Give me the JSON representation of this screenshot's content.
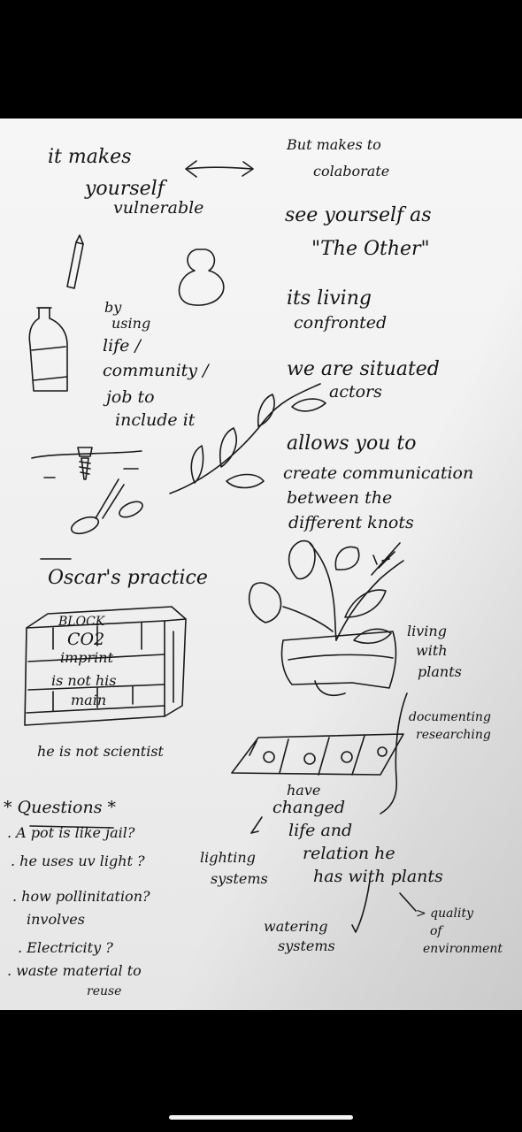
{
  "notes": {
    "top_left": [
      "it makes",
      "yourself",
      "vulnerable"
    ],
    "top_right": [
      "But makes to",
      "colaborate"
    ],
    "see_other": [
      "see yourself as",
      "\"The Other\""
    ],
    "living": [
      "its living",
      "confronted"
    ],
    "situated": [
      "we are situated",
      "actors"
    ],
    "by_using": [
      "by",
      "using",
      "life /",
      "community /",
      "job to",
      "include it"
    ],
    "communication": [
      "allows you to",
      "create communication",
      "between the",
      "different knots"
    ]
  },
  "oscar": {
    "title": "Oscar's practice",
    "block_lines": [
      "BLOCK",
      "CO2",
      "imprint",
      "is not his",
      "main"
    ],
    "caption": "he is not scientist"
  },
  "plants": {
    "living_with": [
      "living",
      "with",
      "plants"
    ],
    "documenting": [
      "documenting",
      "researching"
    ],
    "have_changed": [
      "have",
      "changed",
      "life and",
      "relation he",
      "has with plants"
    ],
    "lighting": [
      "lighting",
      "systems"
    ],
    "watering": [
      "watering",
      "systems"
    ],
    "quality": [
      "> quality",
      "of",
      "environment"
    ]
  },
  "questions": {
    "title": "* Questions *",
    "items": [
      ". A pot is like jail?",
      ". he uses uv light ?",
      ". how pollinitation?",
      "involves",
      ". Electricity ?",
      ". waste material to",
      "reuse"
    ]
  },
  "icons": [
    "double-arrow-icon",
    "pencil-icon",
    "gourd-icon",
    "bottle-icon",
    "screw-icon",
    "scissors-icon",
    "leaf-branch-icon",
    "brick-wall-icon",
    "potted-plant-icon"
  ]
}
